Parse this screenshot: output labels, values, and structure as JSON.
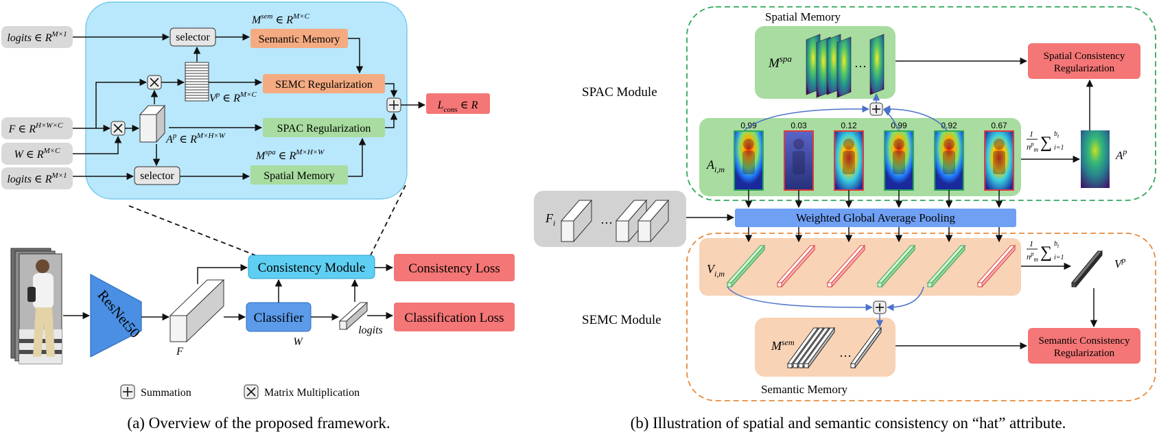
{
  "colors": {
    "blue_panel": "#b9e7fb",
    "orange_box": "#f4ab82",
    "green_box": "#a8dca0",
    "red_box": "#f47676",
    "cyan_box": "#5ecff2",
    "classifier_blue": "#5b9bea",
    "grey_input": "#d9d9d9",
    "pooling_bar": "#6fa0f4",
    "spac_panel": "#bfe6b8",
    "semc_panel": "#f8d3b6",
    "dashed_green": "#2fa85a",
    "dashed_orange": "#e8893a",
    "arrow_blue": "#4b72c9"
  },
  "panel_a": {
    "inputs": {
      "logits_top": "logits ∈ R^{M×1}",
      "feature": "F ∈ R^{H×W×C}",
      "weight": "W ∈ R^{M×C}",
      "logits_bottom": "logits ∈ R^{M×1}"
    },
    "selector_top": "selector",
    "selector_bottom": "selector",
    "semantic_memory": "Semantic Memory",
    "semc_regularization": "SEMC Regularization",
    "spac_regularization": "SPAC Regularization",
    "spatial_memory": "Spatial Memory",
    "m_sem_label": "M^{sem} ∈ R^{M×C}",
    "vp_label": "V^p ∈ R^{M×C}",
    "ap_label": "A^p ∈ R^{M×H×W}",
    "m_spa_label": "M^{spa} ∈ R^{M×H×W}",
    "loss_output": "L_{cons} ∈ R",
    "backbone": "ResNet50",
    "f_label": "F",
    "w_label": "W",
    "logits_label": "logits",
    "consistency_module": "Consistency Module",
    "classifier": "Classifier",
    "consistency_loss": "Consistency Loss",
    "classification_loss": "Classification Loss",
    "legend_sum": "Summation",
    "legend_mul": "Matrix Multiplication",
    "caption": "(a) Overview of the proposed framework."
  },
  "panel_b": {
    "spatial_memory_title": "Spatial Memory",
    "m_spa": "M^{spa}",
    "spac_module": "SPAC Module",
    "semc_module": "SEMC Module",
    "spatial_consistency": [
      "Spatial Consistency",
      "Regularization"
    ],
    "semantic_consistency": [
      "Semantic Consistency",
      "Regularization"
    ],
    "a_im": "A_{i,m}",
    "scores": [
      "0.99",
      "0.03",
      "0.12",
      "0.99",
      "0.92",
      "0.67"
    ],
    "selected": [
      true,
      false,
      false,
      true,
      true,
      false
    ],
    "mean_formula": "1/n_m^p Σ_{i=1}^{b_t}",
    "ap": "A^p",
    "fi": "F_i",
    "pooling": "Weighted Global Average Pooling",
    "v_im": "V_{i,m}",
    "vp": "V^p",
    "m_sem": "M^{sem}",
    "semantic_memory_title": "Semantic Memory",
    "ellipsis": "…",
    "caption": "(b) Illustration of spatial and semantic consistency on “hat” attribute."
  }
}
